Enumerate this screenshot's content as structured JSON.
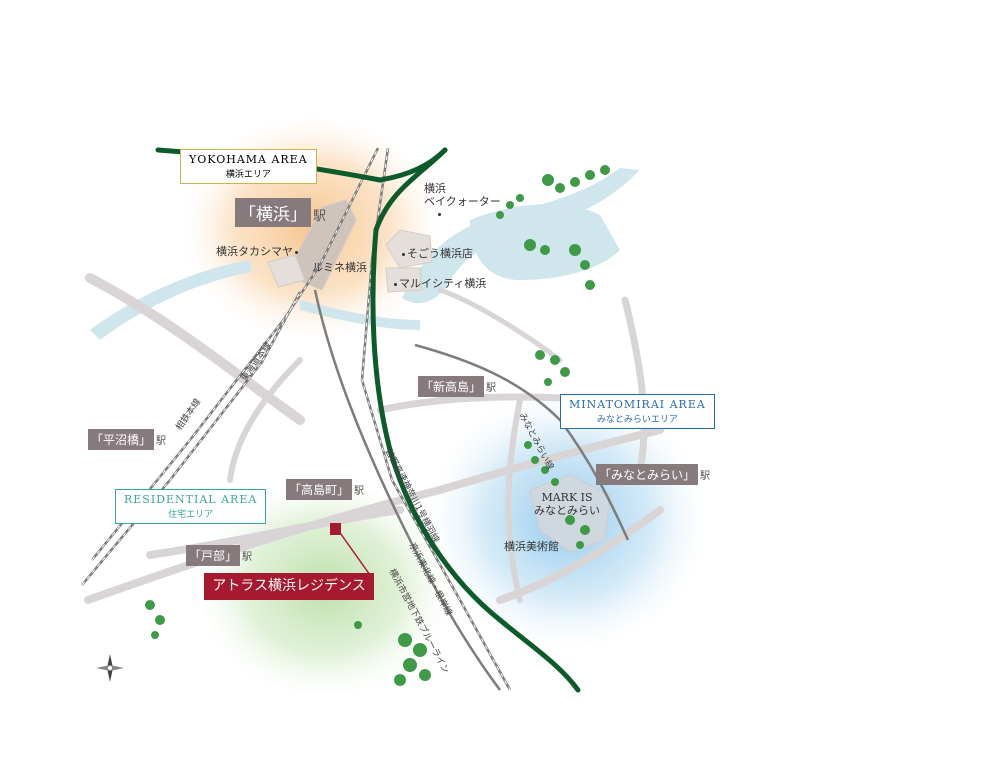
{
  "areas": {
    "yokohama": {
      "en": "YOKOHAMA AREA",
      "ja": "横浜エリア",
      "color": "#c9b44e"
    },
    "minatomirai": {
      "en": "MINATOMIRAI AREA",
      "ja": "みなとみらいエリア",
      "color": "#2a6cb0"
    },
    "residential": {
      "en": "RESIDENTIAL AREA",
      "ja": "住宅エリア",
      "color": "#3aa79b"
    }
  },
  "stations": {
    "yokohama": {
      "name": "「横浜」",
      "suffix": "駅"
    },
    "shintakashima": {
      "name": "「新高島」",
      "suffix": "駅"
    },
    "hiranumabashi": {
      "name": "「平沼橋」",
      "suffix": "駅"
    },
    "takashimacho": {
      "name": "「高島町」",
      "suffix": "駅"
    },
    "tobe": {
      "name": "「戸部」",
      "suffix": "駅"
    },
    "minatomirai": {
      "name": "「みなとみらい」",
      "suffix": "駅"
    }
  },
  "landmarks": {
    "bay_quarter": [
      "横浜",
      "ベイクォーター"
    ],
    "takashimaya": "横浜タカシマヤ",
    "lumine": "ルミネ横浜",
    "sogo": "そごう横浜店",
    "marui": "マルイシティ横浜",
    "mark_is": [
      "MARK IS",
      "みなとみらい"
    ],
    "museum": "横浜美術館"
  },
  "rail_lines": {
    "tokaido": "東海道本線",
    "sotetsu": "相鉄本線",
    "minatomirai_line": "みなとみらい線",
    "shuto": "首都高速神奈川1号横羽線",
    "keihin": "京浜東北線・根岸線",
    "blue_line": "横浜市営地下鉄ブルーライン"
  },
  "property": {
    "name": "アトラス横浜レジデンス",
    "color": "#a6192e"
  },
  "colors": {
    "highway": "#0d5a2a",
    "station_bg": "#867a7c",
    "water": "#cfe6ec"
  }
}
